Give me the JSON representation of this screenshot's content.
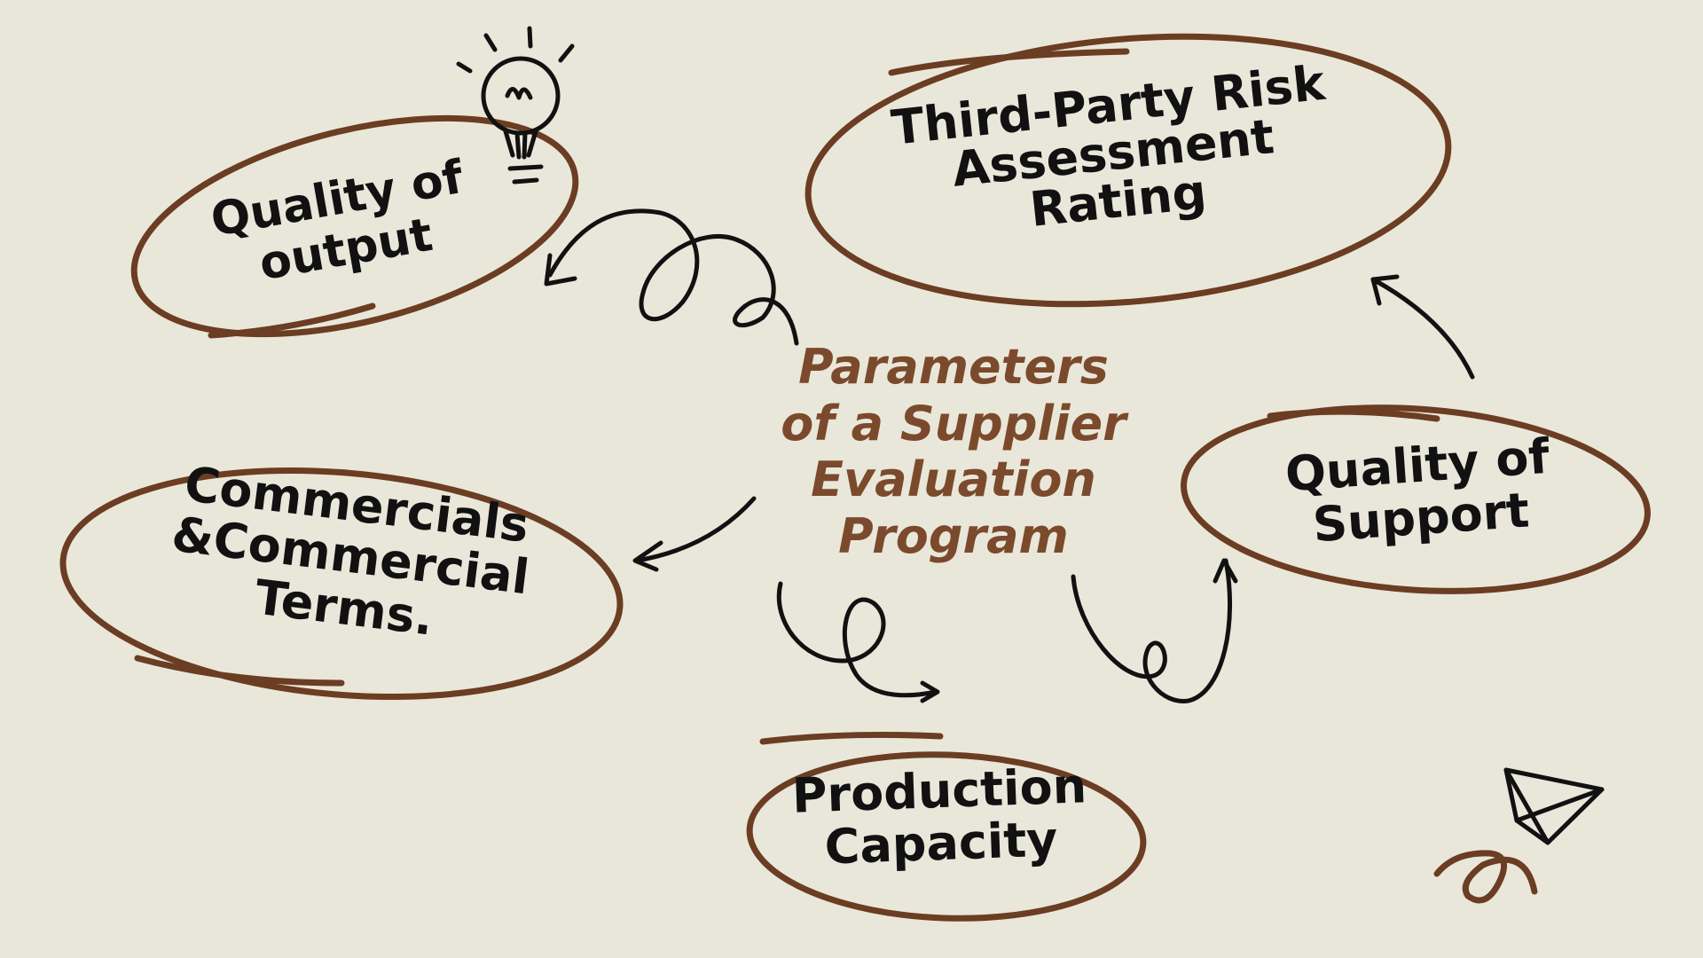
{
  "colors": {
    "background": "#e9e7da",
    "ellipse_stroke": "#6b3d22",
    "title_text": "#7b4a2c",
    "node_text": "#111111",
    "arrow_ink": "#111111"
  },
  "center": {
    "title_lines": [
      "Parameters",
      "of a Supplier",
      "Evaluation",
      "Program"
    ]
  },
  "nodes": [
    {
      "id": "quality-of-output",
      "lines": [
        "Quality of",
        "output"
      ]
    },
    {
      "id": "third-party-risk",
      "lines": [
        "Third-Party Risk",
        "Assessment",
        "Rating"
      ]
    },
    {
      "id": "commercials",
      "lines": [
        "Commercials",
        "&Commercial",
        "Terms."
      ]
    },
    {
      "id": "quality-of-support",
      "lines": [
        "Quality of",
        "Support"
      ]
    },
    {
      "id": "production-capacity",
      "lines": [
        "Production",
        "Capacity"
      ]
    }
  ],
  "icons": [
    "lightbulb-icon",
    "paper-plane-icon",
    "scribble-icon"
  ]
}
